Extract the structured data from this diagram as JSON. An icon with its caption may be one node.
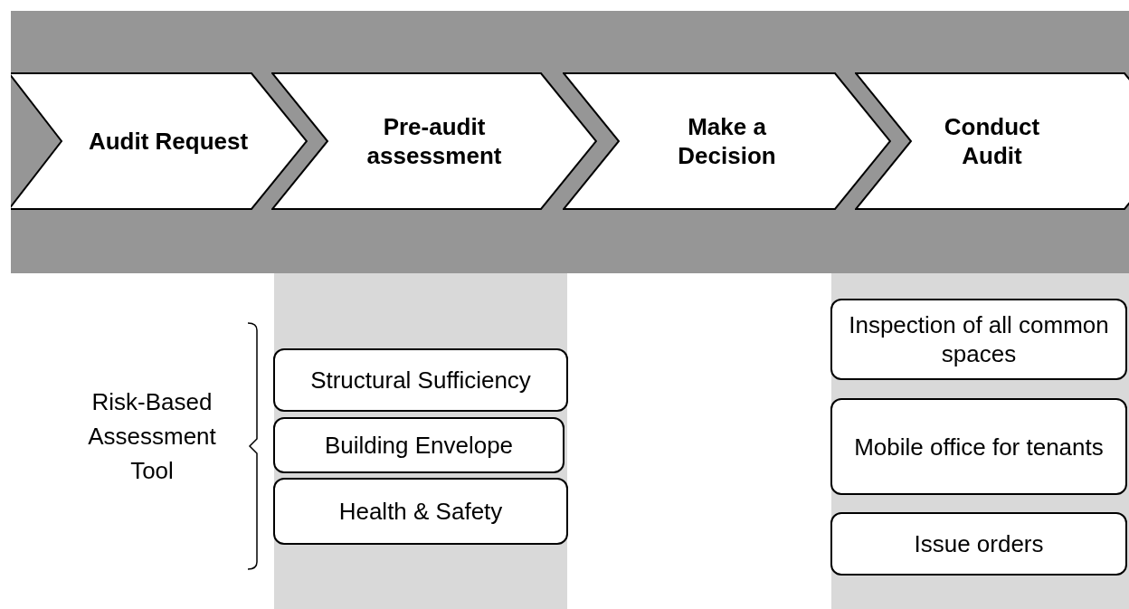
{
  "diagram": {
    "nodes": [
      {
        "text": [
          "Audit Request"
        ]
      },
      {
        "text": [
          "Pre-audit assessment"
        ]
      },
      {
        "text": [
          "Make a Decision"
        ]
      },
      {
        "text": [
          "Conduct Audit"
        ]
      },
      {
        "text": [
          "Structural Sufficiency"
        ]
      },
      {
        "text": [
          "Building Envelope"
        ]
      },
      {
        "text": [
          "Health & Safety"
        ]
      },
      {
        "text": [
          "Inspection of all common spaces"
        ]
      },
      {
        "text": [
          "Mobile office for tenants"
        ]
      },
      {
        "text": [
          "Issue orders"
        ]
      }
    ],
    "labels": [
      "Risk-Based Assessment Tool"
    ]
  }
}
